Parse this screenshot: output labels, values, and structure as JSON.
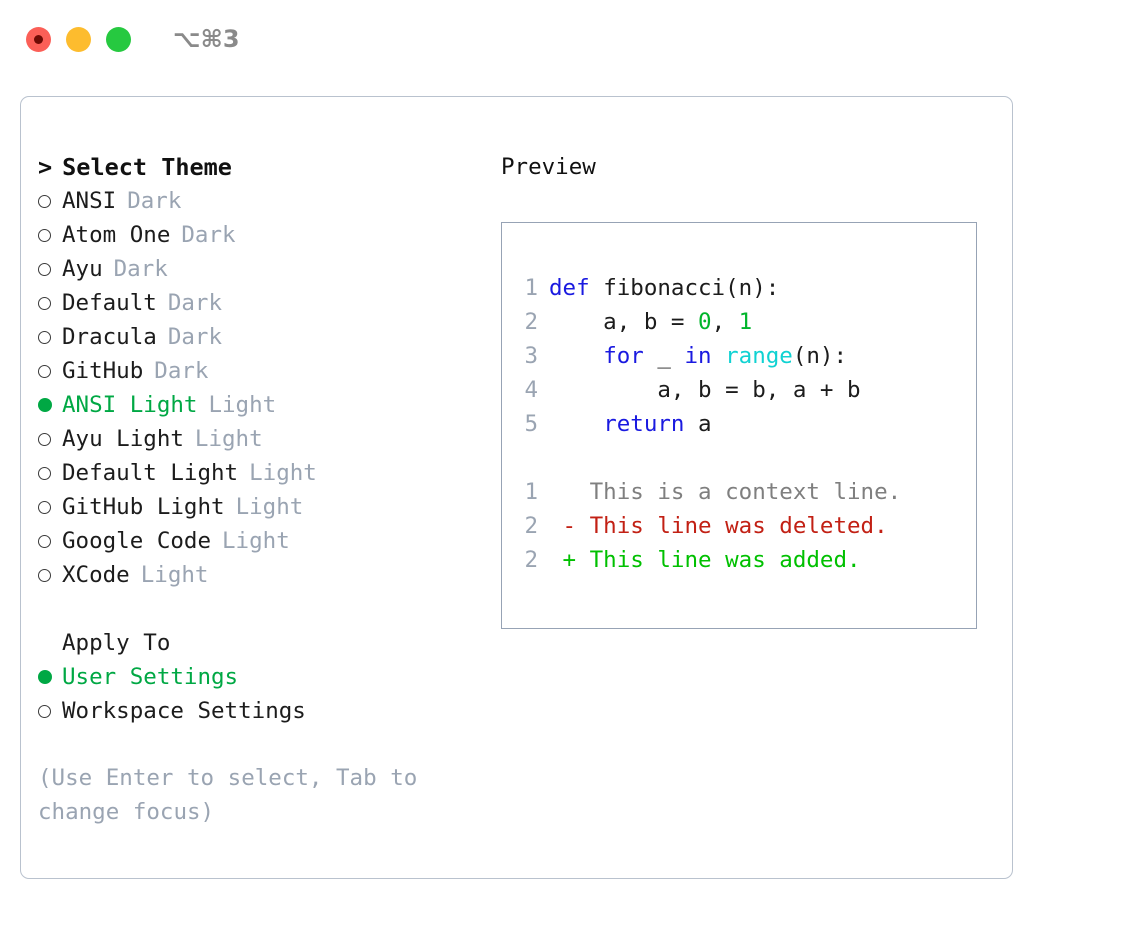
{
  "window": {
    "shortcut_label": "⌥⌘3",
    "traffic_lights": [
      {
        "name": "close-button",
        "color": "#fb5f57"
      },
      {
        "name": "minimize-button",
        "color": "#fdbc2e"
      },
      {
        "name": "maximize-button",
        "color": "#26c940"
      }
    ]
  },
  "colors": {
    "accent_green": "#00a844",
    "muted": "#9aa4b2",
    "text": "#1c1c1c",
    "keyword_blue": "#1a1ae0",
    "builtin_cyan": "#10d2d2",
    "number_green": "#00b52b",
    "diff_deleted": "#c22014",
    "diff_added": "#00c000",
    "panel_border": "#b9c2ce",
    "preview_border": "#97a3b5"
  },
  "theme_list": {
    "header_caret": ">",
    "header": "Select Theme",
    "marker_selected": "●",
    "marker_unselected": "○",
    "items": [
      {
        "name": "ANSI",
        "kind": "Dark",
        "selected": false
      },
      {
        "name": "Atom One",
        "kind": "Dark",
        "selected": false
      },
      {
        "name": "Ayu",
        "kind": "Dark",
        "selected": false
      },
      {
        "name": "Default",
        "kind": "Dark",
        "selected": false
      },
      {
        "name": "Dracula",
        "kind": "Dark",
        "selected": false
      },
      {
        "name": "GitHub",
        "kind": "Dark",
        "selected": false
      },
      {
        "name": "ANSI Light",
        "kind": "Light",
        "selected": true
      },
      {
        "name": "Ayu Light",
        "kind": "Light",
        "selected": false
      },
      {
        "name": "Default Light",
        "kind": "Light",
        "selected": false
      },
      {
        "name": "GitHub Light",
        "kind": "Light",
        "selected": false
      },
      {
        "name": "Google Code",
        "kind": "Light",
        "selected": false
      },
      {
        "name": "XCode",
        "kind": "Light",
        "selected": false
      }
    ]
  },
  "apply_to": {
    "title": "Apply To",
    "options": [
      {
        "label": "User Settings",
        "selected": true
      },
      {
        "label": "Workspace Settings",
        "selected": false
      }
    ]
  },
  "hint": "(Use Enter to select, Tab to change focus)",
  "preview": {
    "header": "Preview",
    "code_lines": [
      {
        "no": "1",
        "tokens": [
          {
            "t": "def",
            "c": "kw"
          },
          {
            "t": " ",
            "c": "plain"
          },
          {
            "t": "fibonacci(n):",
            "c": "plain"
          }
        ]
      },
      {
        "no": "2",
        "tokens": [
          {
            "t": "    a, b = ",
            "c": "plain"
          },
          {
            "t": "0",
            "c": "num"
          },
          {
            "t": ", ",
            "c": "plain"
          },
          {
            "t": "1",
            "c": "num"
          }
        ]
      },
      {
        "no": "3",
        "tokens": [
          {
            "t": "    ",
            "c": "plain"
          },
          {
            "t": "for",
            "c": "kw"
          },
          {
            "t": " _ ",
            "c": "plain"
          },
          {
            "t": "in",
            "c": "kw"
          },
          {
            "t": " ",
            "c": "plain"
          },
          {
            "t": "range",
            "c": "builtin"
          },
          {
            "t": "(n):",
            "c": "plain"
          }
        ]
      },
      {
        "no": "4",
        "tokens": [
          {
            "t": "        a, b = b, a + b",
            "c": "plain"
          }
        ]
      },
      {
        "no": "5",
        "tokens": [
          {
            "t": "    ",
            "c": "plain"
          },
          {
            "t": "return",
            "c": "kw"
          },
          {
            "t": " a",
            "c": "plain"
          }
        ]
      }
    ],
    "diff_lines": [
      {
        "no": "1",
        "sign": " ",
        "text": "This is a context line.",
        "kind": "ctx"
      },
      {
        "no": "2",
        "sign": "-",
        "text": "This line was deleted.",
        "kind": "del"
      },
      {
        "no": "2",
        "sign": "+",
        "text": "This line was added.",
        "kind": "add"
      }
    ]
  }
}
